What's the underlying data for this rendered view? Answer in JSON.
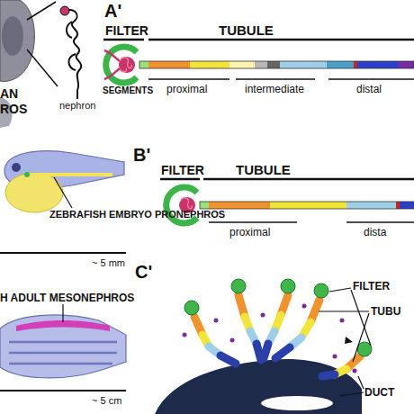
{
  "diagram": {
    "labels": [
      "AN",
      "ROS",
      "nephron",
      "A'",
      "FILTER",
      "TUBULE",
      "SEGMENTS",
      "proximal",
      "intermediate",
      "distal",
      "ZEBRAFISH EMBRYO PRONEPHROS",
      "B'",
      "FILTER",
      "TUBULE",
      "proximal",
      "dista",
      "~ 5 mm",
      "H ADULT MESONEPHROS",
      "C'",
      "FILTER",
      "TUBU",
      "DUCT",
      "~ 5 cm"
    ]
  }
}
